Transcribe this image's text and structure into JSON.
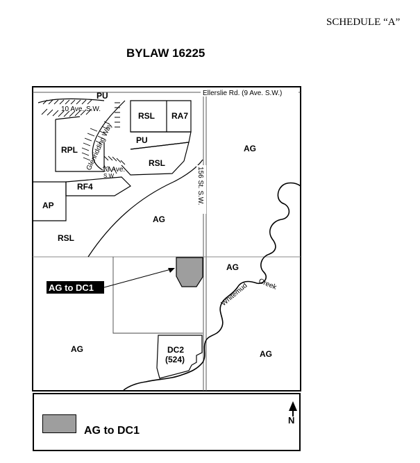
{
  "header": {
    "schedule": "SCHEDULE “A”",
    "bylaw": "BYLAW 16225"
  },
  "roads": {
    "ellerslie": "Ellerslie Rd. (9 Ave. S.W.)",
    "ave10": "10 Ave. S.W.",
    "glenridding": "Glenridding Way",
    "ave13_a": "13 Ave.",
    "ave13_b": "S.W.",
    "st156": "156 St. S.W."
  },
  "zones": {
    "pu_top": "PU",
    "rsl_top": "RSL",
    "ra7": "RA7",
    "rpl": "RPL",
    "pu_mid": "PU",
    "rsl_mid": "RSL",
    "ag_ne": "AG",
    "rf4": "RF4",
    "ap": "AP",
    "ag_center": "AG",
    "rsl_west": "RSL",
    "ag_east": "AG",
    "ag_sw": "AG",
    "dc2_a": "DC2",
    "dc2_b": "(524)",
    "ag_se": "AG"
  },
  "creek": {
    "name_a": "Whitemud",
    "name_b": "Creek"
  },
  "callout": {
    "label": "AG to DC1"
  },
  "legend": {
    "label": "AG to DC1",
    "north": "N"
  },
  "colors": {
    "subject_fill": "#9e9e9e",
    "callout_bg": "#000000",
    "callout_text": "#ffffff"
  }
}
